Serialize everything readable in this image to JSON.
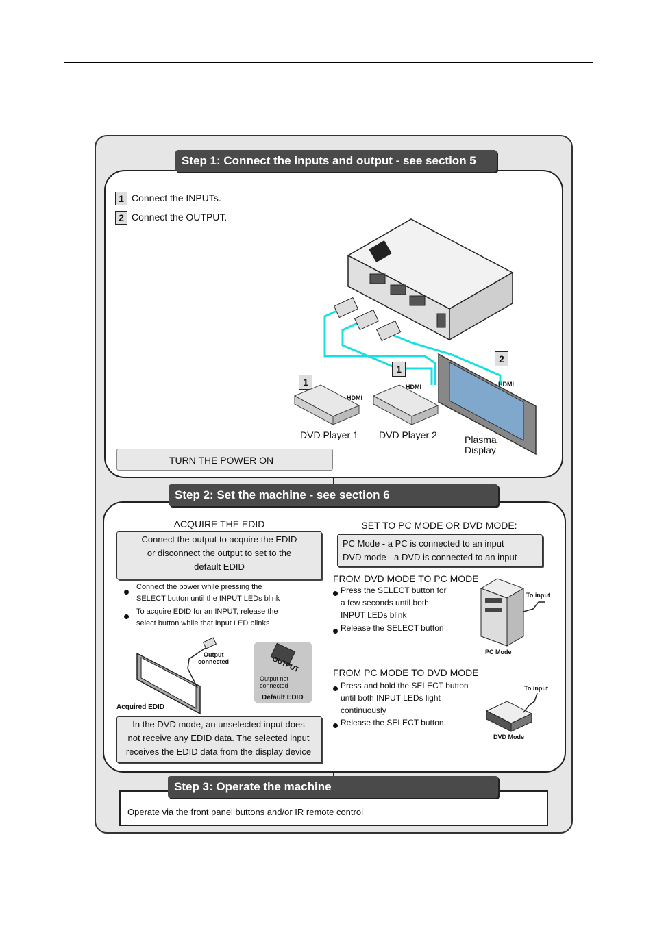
{
  "step1": {
    "title": "Step 1: Connect the inputs and output - see section 5",
    "items": [
      {
        "num": "1",
        "text": "Connect the INPUTs."
      },
      {
        "num": "2",
        "text": "Connect the OUTPUT."
      }
    ],
    "callouts": {
      "input1": "1",
      "input2": "1",
      "output": "2"
    },
    "labels": {
      "hdmi": "HDMI",
      "dvd1": "DVD Player 1",
      "dvd2": "DVD Player 2",
      "plasma_line1": "Plasma",
      "plasma_line2": "Display"
    },
    "power": "TURN THE POWER ON"
  },
  "step2": {
    "title": "Step 2: Set the machine - see section 6",
    "acquire": {
      "heading": "ACQUIRE THE EDID",
      "box_lines": [
        "Connect the output to acquire the EDID",
        "or disconnect the output to set to the",
        "default EDID"
      ],
      "bullets": [
        [
          "Connect the power while pressing the",
          "SELECT button until the INPUT LEDs blink"
        ],
        [
          "To acquire EDID for an INPUT, release the",
          "select button while that input LED blinks"
        ]
      ],
      "output_connected_line1": "Output",
      "output_connected_line2": "connected",
      "acquired_edid": "Acquired EDID",
      "output_not_connected_line1": "Output not",
      "output_not_connected_line2": "connected",
      "default_edid": "Default EDID",
      "port_label": "OUTPUT",
      "note_lines": [
        "In the DVD mode, an unselected input does",
        "not receive any EDID data. The selected input",
        "receives the EDID data from the display device"
      ]
    },
    "mode": {
      "heading": "SET TO PC MODE OR DVD MODE:",
      "box_lines": [
        "PC Mode - a PC is connected to an input",
        "DVD mode - a DVD is connected to an input"
      ],
      "dvd_to_pc": {
        "heading": "FROM DVD MODE TO PC MODE",
        "bullet1": [
          "Press the SELECT button for",
          "a few seconds until both",
          "INPUT LEDs blink"
        ],
        "bullet2": "Release the SELECT button",
        "to_input": "To input",
        "caption": "PC Mode"
      },
      "pc_to_dvd": {
        "heading": "FROM PC MODE TO DVD MODE",
        "bullet1": [
          "Press and hold the SELECT button",
          "until both INPUT LEDs light",
          "continuously"
        ],
        "bullet2": "Release the SELECT button",
        "to_input": "To input",
        "caption": "DVD Mode"
      }
    }
  },
  "step3": {
    "title": "Step 3: Operate the machine",
    "text": "Operate via the front panel buttons and/or IR remote control"
  }
}
